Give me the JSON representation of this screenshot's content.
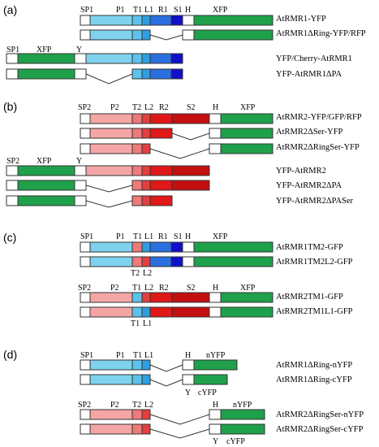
{
  "colors": {
    "xfp": "#1fa04a",
    "p1": "#7fd2ee",
    "t1": "#5cc3ea",
    "l1": "#2f9ee0",
    "r1": "#2a6fe0",
    "s1": "#1010c8",
    "p2": "#f4a6a6",
    "t2": "#ef7a7a",
    "l2": "#e24040",
    "r2": "#e01818",
    "s2": "#c41010",
    "spacer": "#ffffff",
    "stroke": "#333333"
  },
  "panels": [
    {
      "label": "(a)",
      "rows": [
        {
          "name": "AtRMR1-YFP"
        },
        {
          "name": "AtRMR1ΔRing-YFP/RFP"
        },
        {
          "name": "YFP/Cherry-AtRMR1"
        },
        {
          "name": "YFP-AtRMR1ΔPA"
        }
      ],
      "domain_labels": [
        "SP1",
        "P1",
        "T1",
        "L1",
        "R1",
        "S1",
        "H",
        "XFP",
        "SP1",
        "XFP",
        "Y"
      ]
    },
    {
      "label": "(b)",
      "rows": [
        {
          "name": "AtRMR2-YFP/GFP/RFP"
        },
        {
          "name": "AtRMR2ΔSer-YFP"
        },
        {
          "name": "AtRMR2ΔRingSer-YFP"
        },
        {
          "name": "YFP-AtRMR2"
        },
        {
          "name": "YFP-AtRMR2ΔPA"
        },
        {
          "name": "YFP-AtRMR2ΔPASer"
        }
      ],
      "domain_labels": [
        "SP2",
        "P2",
        "T2",
        "L2",
        "R2",
        "S2",
        "H",
        "XFP",
        "SP2",
        "XFP",
        "Y"
      ]
    },
    {
      "label": "(c)",
      "rows": [
        {
          "name": "AtRMR1TM2-GFP"
        },
        {
          "name": "AtRMR1TM2L2-GFP"
        },
        {
          "name": "AtRMR2TM1-GFP"
        },
        {
          "name": "AtRMR2TM1L1-GFP"
        }
      ],
      "domain_labels": [
        "SP1",
        "P1",
        "T1",
        "L1",
        "R1",
        "S1",
        "H",
        "XFP",
        "T2",
        "L2",
        "SP2",
        "P2",
        "T1",
        "L2",
        "R2",
        "S2",
        "H",
        "XFP",
        "T1",
        "L1"
      ]
    },
    {
      "label": "(d)",
      "rows": [
        {
          "name": "AtRMR1ΔRing-nYFP"
        },
        {
          "name": "AtRMR1ΔRing-cYFP"
        },
        {
          "name": "AtRMR2ΔRingSer-nYFP"
        },
        {
          "name": "AtRMR2ΔRingSer-cYFP"
        }
      ],
      "domain_labels": [
        "SP1",
        "P1",
        "T1",
        "L1",
        "H",
        "nYFP",
        "Y",
        "cYFP",
        "SP2",
        "P2",
        "T2",
        "L2",
        "H",
        "nYFP",
        "Y",
        "cYFP"
      ]
    }
  ]
}
